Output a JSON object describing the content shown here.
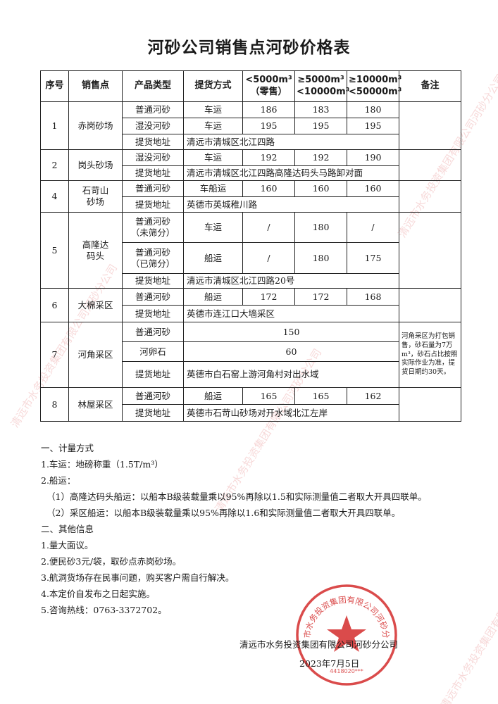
{
  "title": "河砂公司销售点河砂价格表",
  "table": {
    "headers": {
      "no": "序号",
      "point": "销售点",
      "product": "产品类型",
      "delivery": "提货方式",
      "tier1_line1": "<5000m³",
      "tier1_line2": "（零售）",
      "tier2_line1": "≥5000m³",
      "tier2_line2": "<10000m³",
      "tier3_line1": "≥10000m³",
      "tier3_line2": "<50000m³",
      "remark": "备注"
    },
    "address_label": "提货地址",
    "sites": [
      {
        "no": "1",
        "name": "赤岗砂场",
        "rows": [
          {
            "product": "普通河砂",
            "method": "车运",
            "p1": "186",
            "p2": "183",
            "p3": "180"
          },
          {
            "product": "湿没河砂",
            "method": "车运",
            "p1": "195",
            "p2": "195",
            "p3": "195"
          }
        ],
        "address": "清远市清城区北江四路"
      },
      {
        "no": "2",
        "name": "岗头砂场",
        "rows": [
          {
            "product": "湿没河砂",
            "method": "车运",
            "p1": "192",
            "p2": "192",
            "p3": "190"
          }
        ],
        "address": "清远市清城区北江四路高隆达码头马路卸对面"
      },
      {
        "no": "4",
        "name_line1": "石苛山",
        "name_line2": "砂场",
        "rows": [
          {
            "product": "普通河砂",
            "method": "车船运",
            "p1": "160",
            "p2": "160",
            "p3": "160"
          }
        ],
        "address": "英德市英城稚川路"
      },
      {
        "no": "5",
        "name_line1": "高隆达",
        "name_line2": "码头",
        "rows": [
          {
            "product_line1": "普通河砂",
            "product_line2": "（未筛分）",
            "method": "车运",
            "p1": "/",
            "p2": "180",
            "p3": "/"
          },
          {
            "product_line1": "普通河砂",
            "product_line2": "（已筛分）",
            "method": "船运",
            "p1": "/",
            "p2": "180",
            "p3": "175"
          }
        ],
        "address": "清远市清城区北江四路20号"
      },
      {
        "no": "6",
        "name": "大棉采区",
        "rows": [
          {
            "product": "普通河砂",
            "method": "船运",
            "p1": "172",
            "p2": "172",
            "p3": "168"
          }
        ],
        "address": "英德市连江口大墙采区"
      },
      {
        "no": "7",
        "name": "河角采区",
        "rows": [
          {
            "product": "普通河砂",
            "price": "150"
          },
          {
            "product": "河卵石",
            "price": "60"
          }
        ],
        "address": "英德市白石窑上游河角村对出水域",
        "remark": "河角采区为打包销售，砂石量为7万m³，砂石占比按照实际作业为准，提货日期约30天。"
      },
      {
        "no": "8",
        "name": "林屋采区",
        "rows": [
          {
            "product": "普通河砂",
            "method": "船运",
            "p1": "165",
            "p2": "165",
            "p3": "162"
          }
        ],
        "address": "英德市石苛山砂场对开水域北江左岸"
      }
    ]
  },
  "notes": {
    "s1_title": "一、计量方式",
    "s1_l1": "1.车运：地磅称重（1.5T/m³）",
    "s1_l2": "2.船运：",
    "s1_l3": "（1）高隆达码头船运：以船本B级装载量乘以95%再除以1.5和实际测量值二者取大开具四联单。",
    "s1_l4": "（2）采区船运：以船本B级装载量乘以95%再除以1.6和实际测量值二者取大开具四联单。",
    "s2_title": "二、其他信息",
    "s2_l1": "1.量大面议。",
    "s2_l2": "2.便民砂3元/袋，取砂点赤岗砂场。",
    "s2_l3": "3.航洞货场存在民事问题，购买客户需自行解决。",
    "s2_l4": "4.本定价自发布之日起实施。",
    "s2_l5": "5.咨询热线：0763-3372702。"
  },
  "signature": {
    "company": "清远市水务投资集团有限公司河砂分公司",
    "date": "2023年7月5日",
    "seal_text": "清远市水务投资集团有限公司河砂分公司",
    "seal_number": "4418020***"
  },
  "watermark": "清远市水务投资集团有限公司河砂分公司",
  "colors": {
    "seal": "#d42b2b",
    "watermark": "#e49a9a",
    "text": "#1a1a1a"
  }
}
